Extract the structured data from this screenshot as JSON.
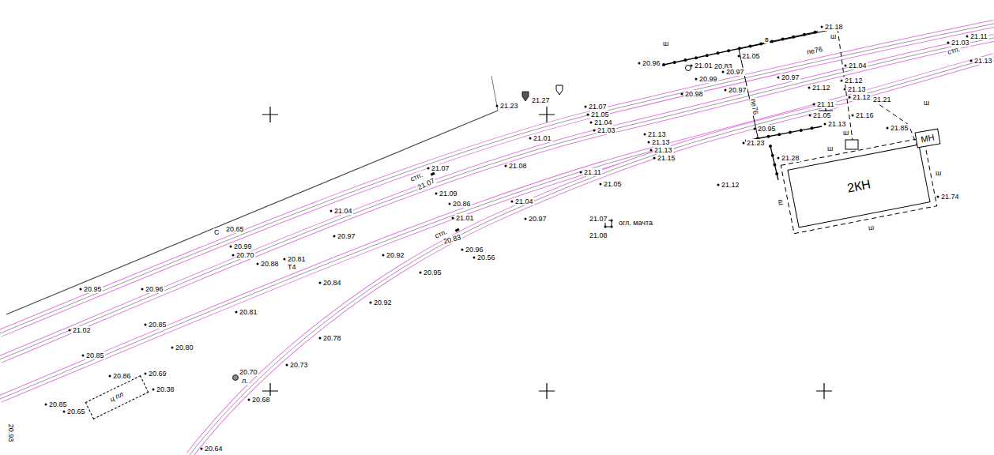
{
  "diagram": {
    "nodes": [
      {
        "text": [
          "2КН"
        ]
      },
      {
        "text": [
          "МН"
        ]
      },
      {
        "text": [
          "ц пл"
        ]
      }
    ],
    "labels": [
      "ш",
      "21.18",
      "ш",
      "в",
      "пе76",
      "21.03",
      "21.11",
      "стп.",
      "21.13",
      "20.96",
      "21.01",
      "20.83",
      "21.05",
      "21.04",
      "20.99",
      "20.97",
      "20.97",
      "21.12",
      "21.12",
      "21.13",
      "21.12",
      "21.21",
      "ш",
      "21.27",
      "21.23",
      "20.98",
      "20.97",
      "пе76",
      "21.07",
      "21.05",
      "21.04",
      "21.03",
      "21.11",
      "21.05",
      "21.13",
      "21.16",
      "20.95",
      "21.23",
      "21.85",
      "ш",
      "21.01",
      "21.13",
      "21.13",
      "21.13",
      "21.15",
      "ш",
      "21.28",
      "21.08",
      "21.07",
      "стп.",
      "21.07",
      "21.11",
      "21.05",
      "21.12",
      "21.09",
      "20.86",
      "21.04",
      "ш",
      "ш",
      "21.74",
      "ш",
      "21.04",
      "20.97",
      "21.01",
      "21.07",
      "огл. мачта",
      "21.08",
      "стп.",
      "20.83",
      "С",
      "20.65",
      "20.97",
      "20.99",
      "20.70",
      "20.96",
      "20.56",
      "20.92",
      "20.88",
      "20.81",
      "Т4",
      "20.95",
      "20.84",
      "20.95",
      "20.96",
      "20.92",
      "20.81",
      "20.85",
      "21.02",
      "20.78",
      "20.80",
      "20.85",
      "20.73",
      "20.86",
      "20.69",
      "20.70",
      "л.",
      "20.38",
      "20.85",
      "20.65",
      "20.68",
      "20.64",
      "20.93"
    ]
  }
}
